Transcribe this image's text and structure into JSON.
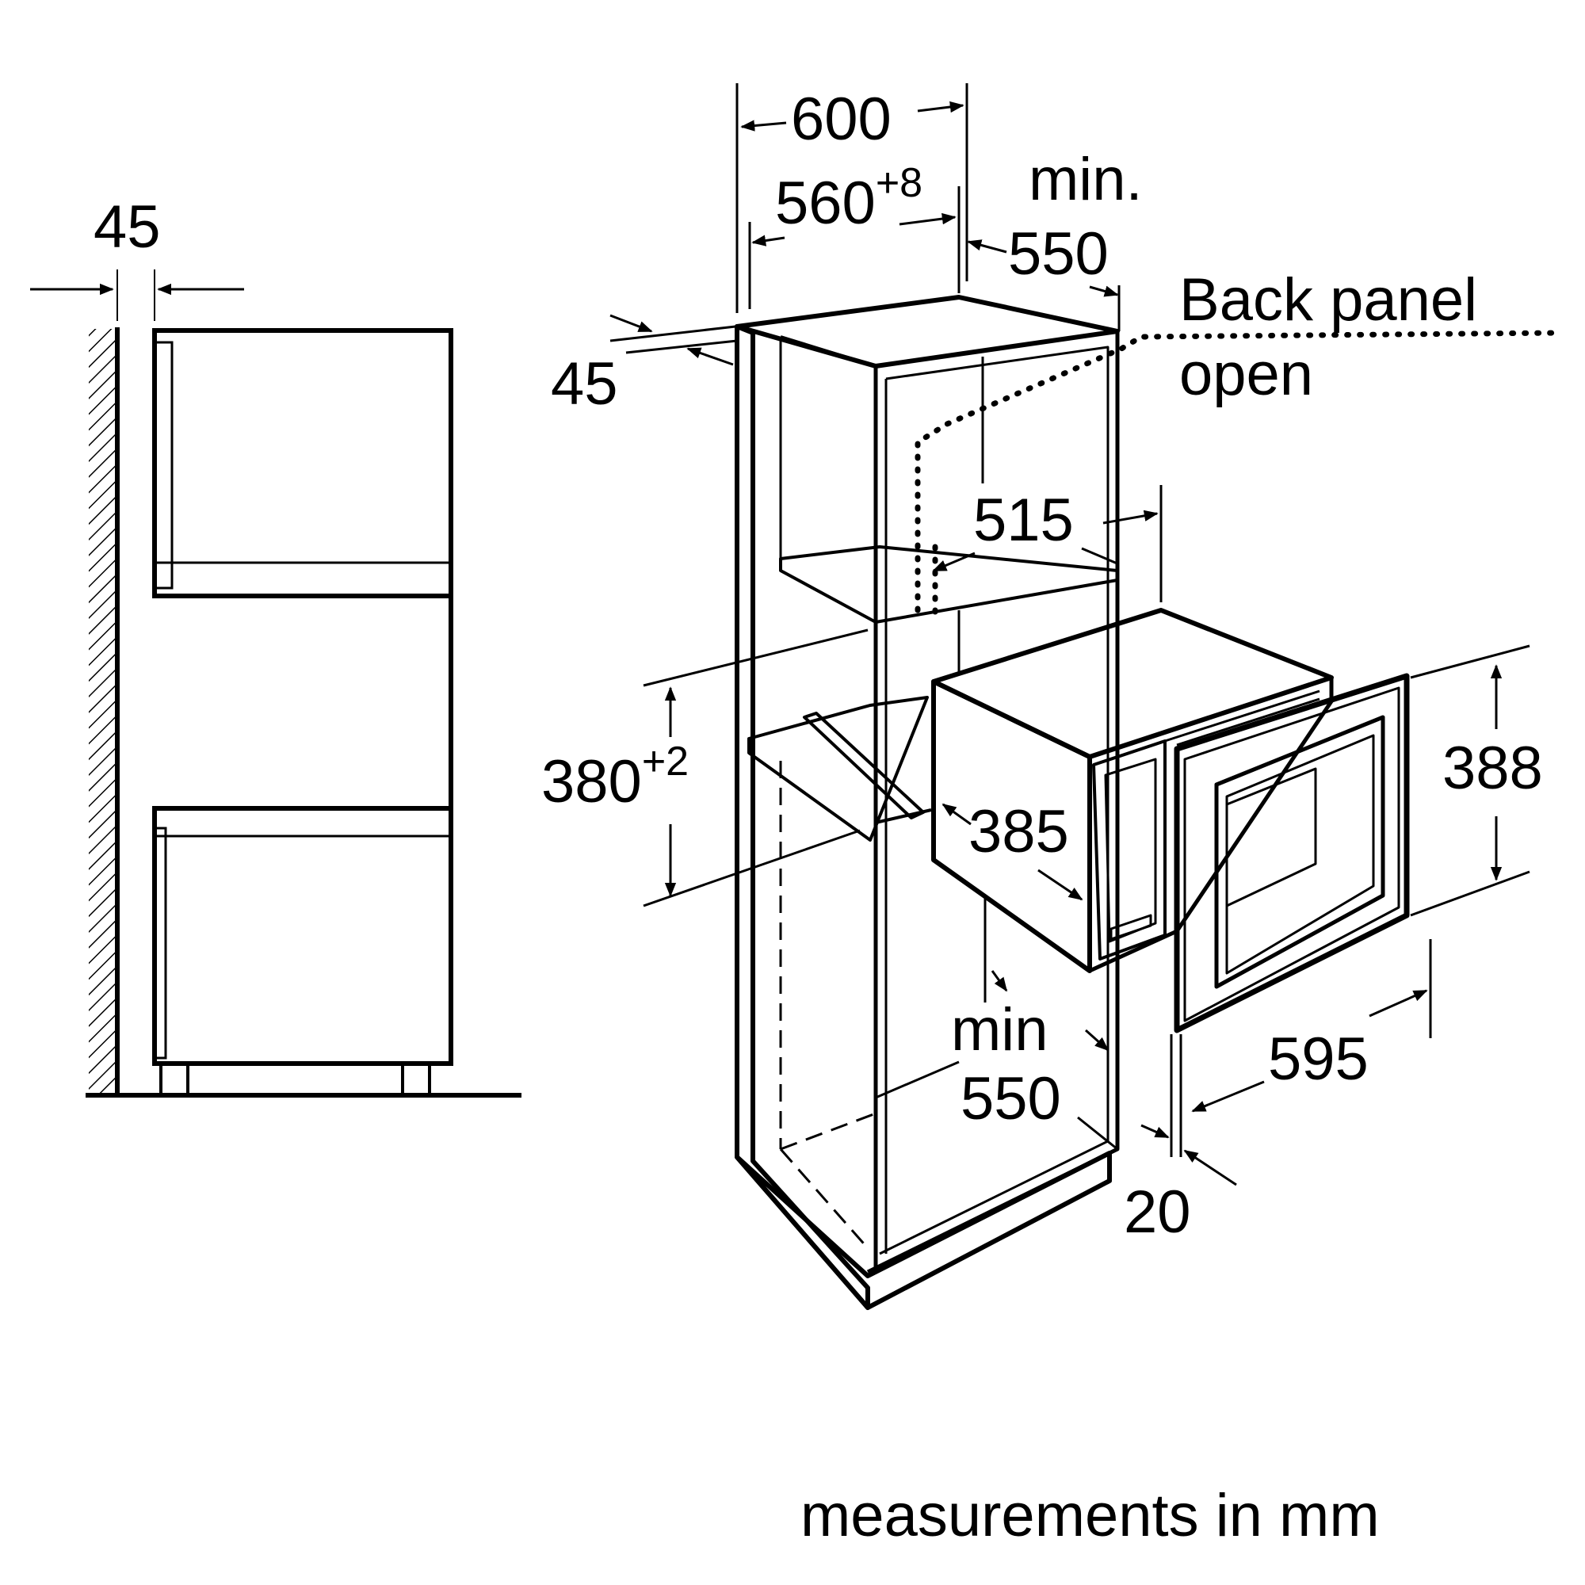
{
  "colors": {
    "ink": "#000000",
    "background": "#ffffff"
  },
  "side_view": {
    "gap_label": "45"
  },
  "cabinet": {
    "width_label": "600",
    "inner_width_label": "560",
    "inner_width_tolerance": "+8",
    "depth_min_label": "min.",
    "depth_label": "550",
    "back_panel_label_line1": "Back panel",
    "back_panel_label_line2": "open",
    "front_offset_label": "45",
    "niche_height_label": "380",
    "niche_height_tolerance": "+2",
    "niche_depth_label": "515",
    "niche_min_depth_min_label": "min",
    "niche_min_depth_label": "550"
  },
  "appliance": {
    "body_depth_label": "385",
    "front_height_label": "388",
    "front_width_label": "595",
    "front_thickness_label": "20"
  },
  "footer": {
    "note": "measurements in mm"
  }
}
